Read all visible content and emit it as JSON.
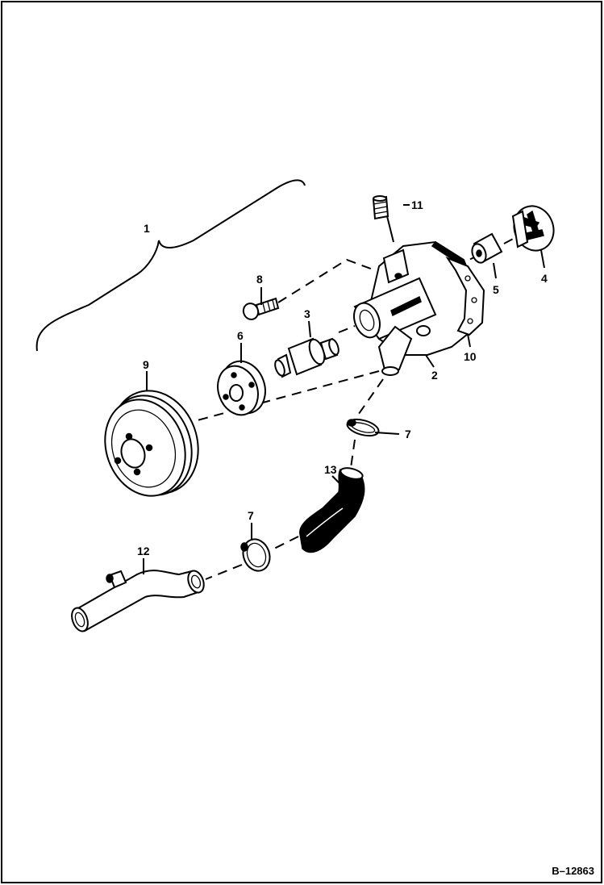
{
  "diagram": {
    "reference_code": "B–12863",
    "callouts": {
      "c1": "1",
      "c2": "2",
      "c3": "3",
      "c4": "4",
      "c5": "5",
      "c6": "6",
      "c7a": "7",
      "c7b": "7",
      "c8": "8",
      "c9": "9",
      "c10": "10",
      "c11": "11",
      "c12": "12",
      "c13": "13"
    }
  }
}
